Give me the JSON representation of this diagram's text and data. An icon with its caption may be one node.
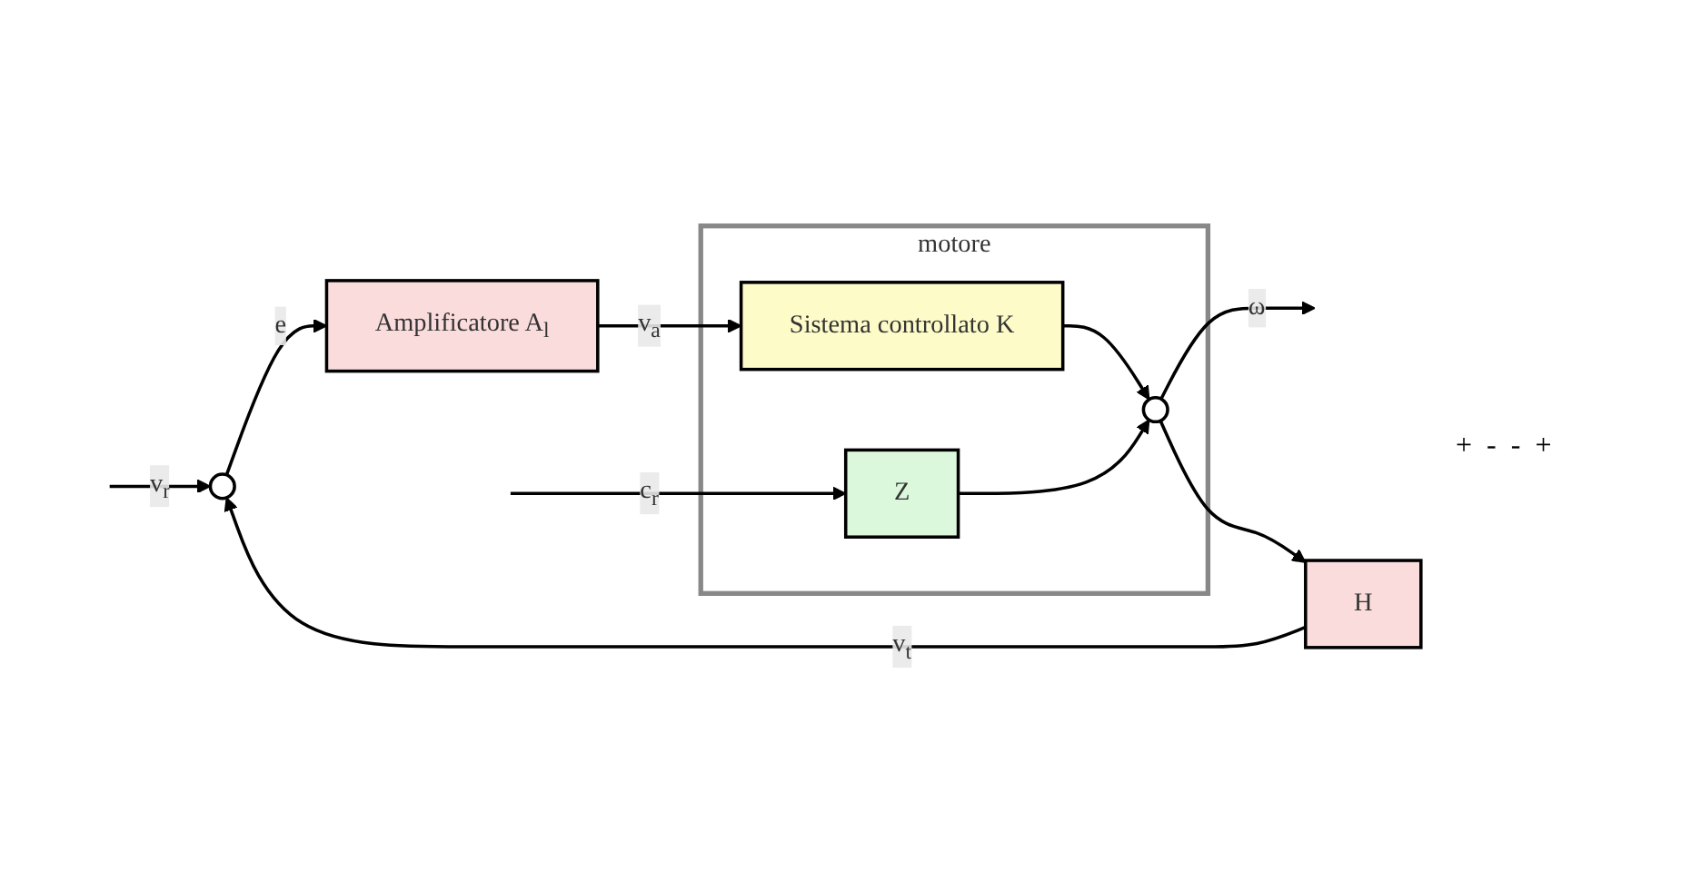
{
  "diagram": {
    "nodes": [
      {
        "text": [],
        "shape": "circle"
      },
      {
        "text": [
          "Amplificatore A$_{l}$"
        ]
      },
      {
        "text": [
          "motore"
        ]
      },
      {
        "text": [
          "Sistema controllato K"
        ],
        "in": 2
      },
      {
        "text": [
          "Z"
        ],
        "in": 2
      },
      {
        "text": [],
        "shape": "circle",
        "in": 2
      },
      {
        "text": [
          "H"
        ]
      }
    ],
    "edges": [
      {
        "from": null,
        "to": 0,
        "arrow": "to",
        "label": "v$_{r}$"
      },
      {
        "from": 0,
        "to": 1,
        "arrow": "to",
        "label": "e"
      },
      {
        "from": 1,
        "to": 3,
        "arrow": "to",
        "label": "v$_{a}$"
      },
      {
        "from": null,
        "to": 4,
        "arrow": "to",
        "label": "c$_{r}$"
      },
      {
        "from": 3,
        "to": 5,
        "arrow": "to"
      },
      {
        "from": 4,
        "to": 5,
        "arrow": "to"
      },
      {
        "from": 5,
        "to": null,
        "arrow": "to",
        "label": "ω"
      },
      {
        "from": 5,
        "to": 6,
        "arrow": "to"
      },
      {
        "from": 6,
        "to": 0,
        "arrow": "to",
        "label": "v$_{t}$"
      }
    ],
    "labels": [
      "+",
      "-",
      "-",
      "+"
    ]
  }
}
